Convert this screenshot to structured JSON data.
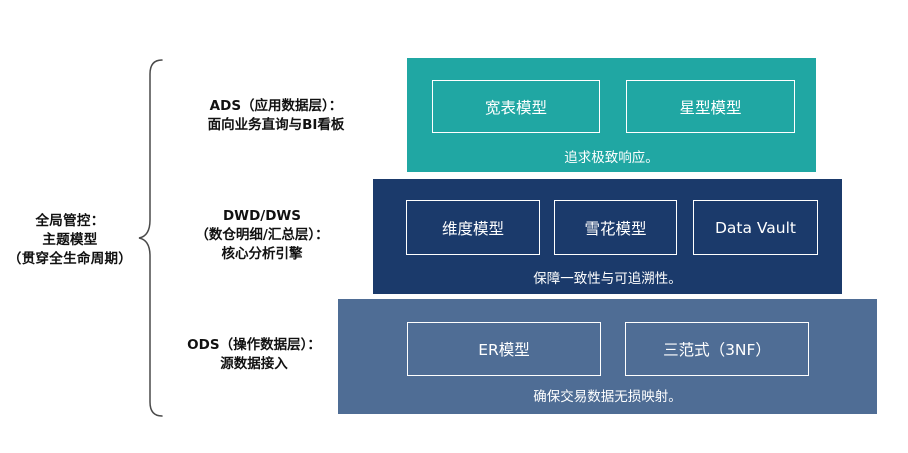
{
  "overall": {
    "line1": "全局管控：",
    "line2": "主题模型",
    "line3": "（贯穿全生命周期）"
  },
  "layers": {
    "ads": {
      "caption_line1": "ADS（应用数据层）：",
      "caption_line2": "面向业务直询与BI看板",
      "boxes": [
        "宽表模型",
        "星型模型"
      ],
      "note": "追求极致响应。",
      "color": "#20a7a3"
    },
    "dwd": {
      "caption_line1": "DWD/DWS",
      "caption_line2": "（数仓明细/汇总层）：",
      "caption_line3": "核心分析引擎",
      "boxes": [
        "维度模型",
        "雪花模型",
        "Data Vault"
      ],
      "note": "保障一致性与可追溯性。",
      "color": "#1b3a6b"
    },
    "ods": {
      "caption_line1": "ODS（操作数据层）：",
      "caption_line2": "源数据接入",
      "boxes": [
        "ER模型",
        "三范式（3NF）"
      ],
      "note": "确保交易数据无损映射。",
      "color": "#4f6d95"
    }
  }
}
